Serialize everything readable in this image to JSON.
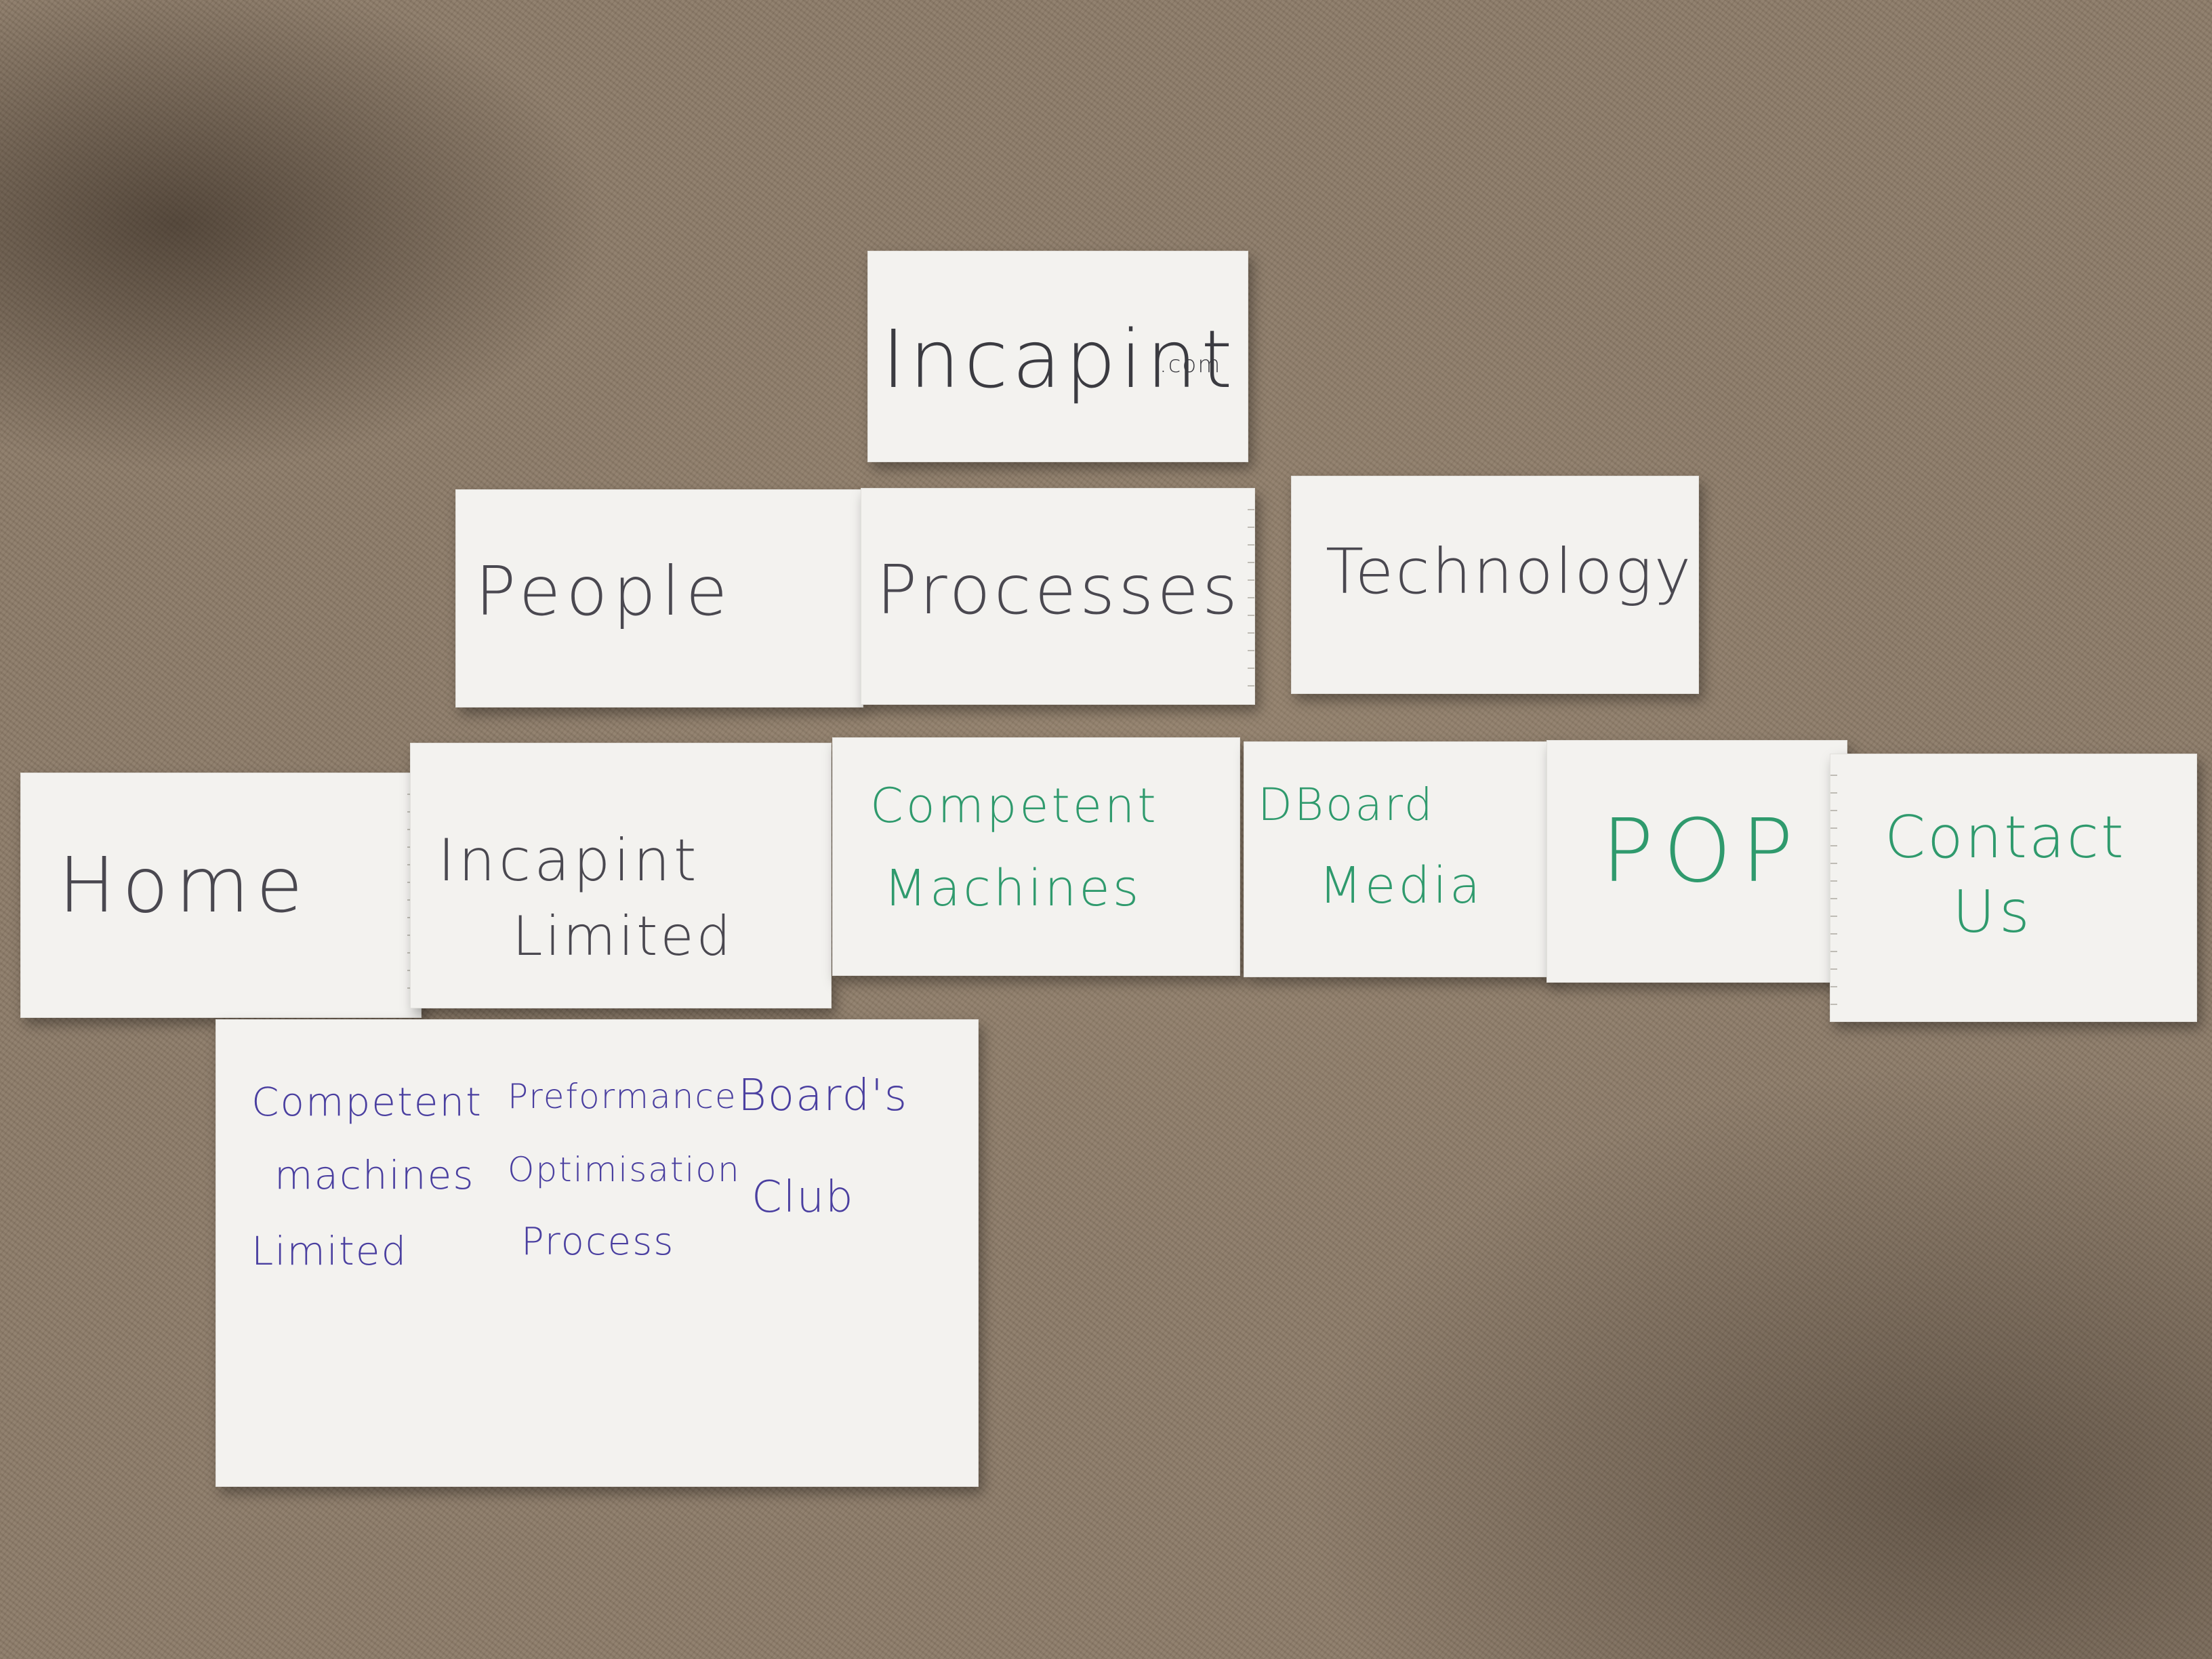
{
  "cards": {
    "root": {
      "text": "Incapint",
      "suffix": ".com"
    },
    "level1": [
      {
        "text": "People"
      },
      {
        "text": "Processes"
      },
      {
        "text": "Technology"
      }
    ],
    "level2": [
      {
        "line1": "Home"
      },
      {
        "line1": "Incapint",
        "line2": "Limited"
      },
      {
        "line1": "Competent",
        "line2": "Machines"
      },
      {
        "line1": "DBoard",
        "line2": "Media"
      },
      {
        "line1": "POP"
      },
      {
        "line1": "Contact",
        "line2": "Us"
      }
    ],
    "level3": {
      "col1": [
        "Competent",
        "machines",
        "Limited"
      ],
      "col2": [
        "Preformance",
        "Optimisation",
        "Process"
      ],
      "col3": [
        "Board's",
        "Club"
      ]
    }
  },
  "colors": {
    "carpet": "#8c7b68",
    "card": "#f3f2ef",
    "ink_black": "#3b3b41",
    "ink_green": "#2f9a6d",
    "ink_purple": "#4a3fa0"
  }
}
